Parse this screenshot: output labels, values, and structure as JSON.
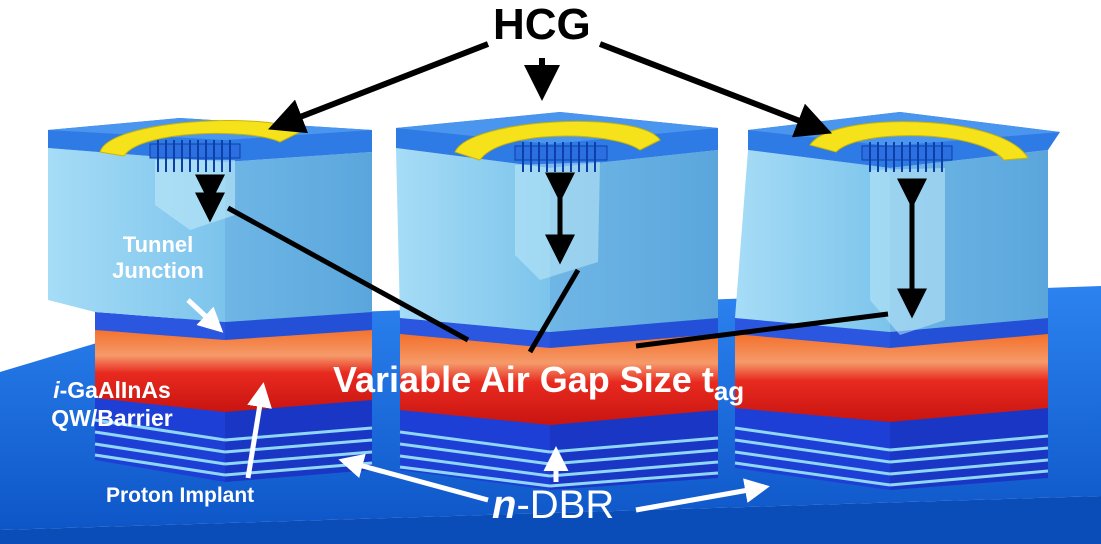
{
  "labels": {
    "hcg": "HCG",
    "tunnel_line1": "Tunnel",
    "tunnel_line2": "Junction",
    "qw_prefix": "i",
    "qw_line1_rest": "-GaAlInAs",
    "qw_line2": "QW/Barrier",
    "proton": "Proton Implant",
    "ndbr_prefix": "n",
    "ndbr_rest": "-DBR",
    "airgap_main": "Variable Air Gap Size t",
    "airgap_sub": "ag"
  },
  "colors": {
    "substrate": "#1a6fe6",
    "glass_light": "#8fcff0",
    "glass_side": "#6fb8e8",
    "top_cap": "#3a86e8",
    "contact_ring": "#f5e21a",
    "active_red": "#e8261c",
    "orange_layer": "#f07a2a",
    "dbr_dark": "#1d3fd6",
    "dbr_light": "#8fd6f7",
    "arrow_black": "#000000",
    "text_white": "#ffffff"
  }
}
